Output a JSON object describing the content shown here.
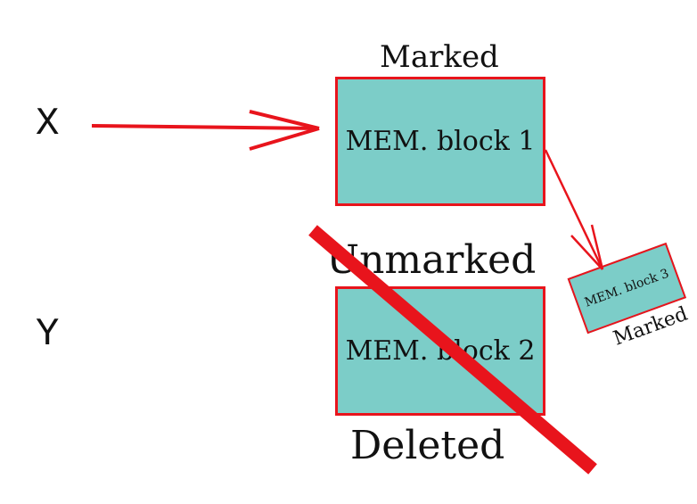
{
  "variables": [
    {
      "id": "x",
      "label": "X"
    },
    {
      "id": "y",
      "label": "Y"
    }
  ],
  "blocks": [
    {
      "id": "block1",
      "label": "MEM. block 1",
      "status": "Marked"
    },
    {
      "id": "block2",
      "label": "MEM. block 2",
      "status": "Unmarked",
      "result": "Deleted"
    },
    {
      "id": "block3",
      "label": "MEM. block 3",
      "status": "Marked"
    }
  ],
  "references": [
    {
      "from": "X",
      "to": "MEM. block 1"
    },
    {
      "from": "MEM. block 1",
      "to": "MEM. block 3"
    }
  ],
  "colors": {
    "block_fill": "#7ccdc8",
    "accent_red": "#e8141c",
    "text": "#111111"
  }
}
